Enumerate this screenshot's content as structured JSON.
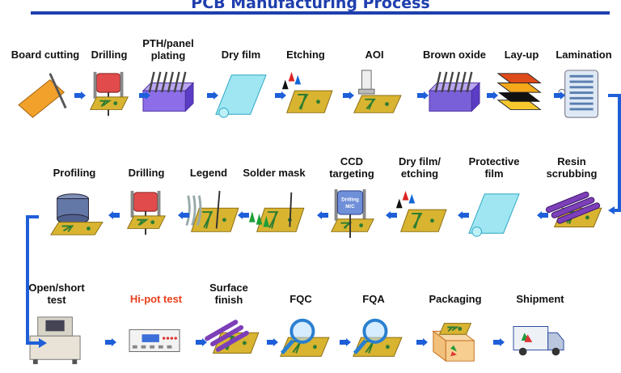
{
  "title": "PCB Manufacturing Process",
  "colors": {
    "title": "#1f3fae",
    "arrow": "#1e5fd9",
    "highlight": "#e8401c"
  },
  "rows": [
    {
      "direction": "left-to-right",
      "steps": [
        {
          "label": "Board cutting",
          "icon": "board-cutting-icon"
        },
        {
          "label": "Drilling",
          "icon": "drill-icon"
        },
        {
          "label": "PTH/panel\nplating",
          "icon": "plating-tank-icon"
        },
        {
          "label": "Dry film",
          "icon": "film-sheet-icon"
        },
        {
          "label": "Etching",
          "icon": "etching-icon"
        },
        {
          "label": "AOI",
          "icon": "aoi-inspection-icon"
        },
        {
          "label": "Brown oxide",
          "icon": "oxide-tank-icon"
        },
        {
          "label": "Lay-up",
          "icon": "layup-stack-icon"
        },
        {
          "label": "Lamination",
          "icon": "lamination-press-icon"
        }
      ]
    },
    {
      "direction": "right-to-left",
      "steps": [
        {
          "label": "Resin\nscrubbing",
          "icon": "scrubbing-rollers-icon"
        },
        {
          "label": "Protective\nfilm",
          "icon": "film-sheet-icon"
        },
        {
          "label": "Dry film/\netching",
          "icon": "etching-icon"
        },
        {
          "label": "CCD\ntargeting",
          "icon": "ccd-drill-icon",
          "icon_text": "Drilling\nM/C"
        },
        {
          "label": "Solder mask",
          "icon": "solder-mask-icon"
        },
        {
          "label": "Legend",
          "icon": "legend-print-icon"
        },
        {
          "label": "Drilling",
          "icon": "drill-icon"
        },
        {
          "label": "Profiling",
          "icon": "profiling-router-icon"
        }
      ]
    },
    {
      "direction": "left-to-right",
      "steps": [
        {
          "label": "Open/short\ntest",
          "icon": "test-station-icon"
        },
        {
          "label": "Hi-pot test",
          "icon": "hipot-tester-icon",
          "highlight": true
        },
        {
          "label": "Surface\nfinish",
          "icon": "surface-finish-icon"
        },
        {
          "label": "FQC",
          "icon": "magnifier-icon"
        },
        {
          "label": "FQA",
          "icon": "magnifier-icon"
        },
        {
          "label": "Packaging",
          "icon": "packaging-box-icon"
        },
        {
          "label": "Shipment",
          "icon": "delivery-truck-icon"
        }
      ]
    }
  ]
}
